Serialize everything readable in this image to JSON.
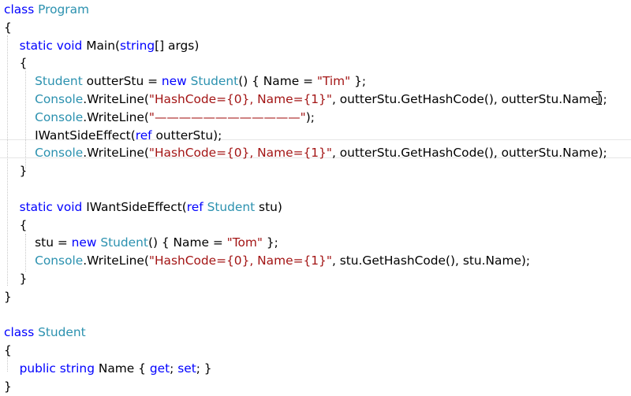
{
  "editor": {
    "colors": {
      "keyword": "#0000ff",
      "type": "#2b91af",
      "string": "#a31515",
      "text": "#000000"
    },
    "lines": [
      [
        {
          "k": "kw",
          "t": "class "
        },
        {
          "k": "ty",
          "t": "Program"
        }
      ],
      [
        {
          "k": "tx",
          "t": "{"
        }
      ],
      [
        {
          "k": "tx",
          "t": "    "
        },
        {
          "k": "kw",
          "t": "static void "
        },
        {
          "k": "tx",
          "t": "Main("
        },
        {
          "k": "kw",
          "t": "string"
        },
        {
          "k": "tx",
          "t": "[] args)"
        }
      ],
      [
        {
          "k": "tx",
          "t": "    {"
        }
      ],
      [
        {
          "k": "tx",
          "t": "        "
        },
        {
          "k": "ty",
          "t": "Student"
        },
        {
          "k": "tx",
          "t": " outterStu = "
        },
        {
          "k": "kw",
          "t": "new "
        },
        {
          "k": "ty",
          "t": "Student"
        },
        {
          "k": "tx",
          "t": "() { Name = "
        },
        {
          "k": "st",
          "t": "\"Tim\""
        },
        {
          "k": "tx",
          "t": " };"
        }
      ],
      [
        {
          "k": "tx",
          "t": "        "
        },
        {
          "k": "ty",
          "t": "Console"
        },
        {
          "k": "tx",
          "t": ".WriteLine("
        },
        {
          "k": "st",
          "t": "\"HashCode={0}, Name={1}\""
        },
        {
          "k": "tx",
          "t": ", outterStu.GetHashCode(), outterStu.Name);"
        }
      ],
      [
        {
          "k": "tx",
          "t": "        "
        },
        {
          "k": "ty",
          "t": "Console"
        },
        {
          "k": "tx",
          "t": ".WriteLine("
        },
        {
          "k": "st",
          "t": "\"————————————\""
        },
        {
          "k": "tx",
          "t": ");"
        }
      ],
      [
        {
          "k": "tx",
          "t": "        IWantSideEffect("
        },
        {
          "k": "kw",
          "t": "ref "
        },
        {
          "k": "tx",
          "t": "outterStu);"
        }
      ],
      [
        {
          "k": "tx",
          "t": "        "
        },
        {
          "k": "ty",
          "t": "Console"
        },
        {
          "k": "tx",
          "t": ".WriteLine("
        },
        {
          "k": "st",
          "t": "\"HashCode={0}, Name={1}\""
        },
        {
          "k": "tx",
          "t": ", outterStu.GetHashCode(), outterStu.Name);"
        }
      ],
      [
        {
          "k": "tx",
          "t": "    }"
        }
      ],
      [],
      [
        {
          "k": "tx",
          "t": "    "
        },
        {
          "k": "kw",
          "t": "static void "
        },
        {
          "k": "tx",
          "t": "IWantSideEffect("
        },
        {
          "k": "kw",
          "t": "ref "
        },
        {
          "k": "ty",
          "t": "Student"
        },
        {
          "k": "tx",
          "t": " stu)"
        }
      ],
      [
        {
          "k": "tx",
          "t": "    {"
        }
      ],
      [
        {
          "k": "tx",
          "t": "        stu = "
        },
        {
          "k": "kw",
          "t": "new "
        },
        {
          "k": "ty",
          "t": "Student"
        },
        {
          "k": "tx",
          "t": "() { Name = "
        },
        {
          "k": "st",
          "t": "\"Tom\""
        },
        {
          "k": "tx",
          "t": " };"
        }
      ],
      [
        {
          "k": "tx",
          "t": "        "
        },
        {
          "k": "ty",
          "t": "Console"
        },
        {
          "k": "tx",
          "t": ".WriteLine("
        },
        {
          "k": "st",
          "t": "\"HashCode={0}, Name={1}\""
        },
        {
          "k": "tx",
          "t": ", stu.GetHashCode(), stu.Name);"
        }
      ],
      [
        {
          "k": "tx",
          "t": "    }"
        }
      ],
      [
        {
          "k": "tx",
          "t": "}"
        }
      ],
      [],
      [
        {
          "k": "kw",
          "t": "class "
        },
        {
          "k": "ty",
          "t": "Student"
        }
      ],
      [
        {
          "k": "tx",
          "t": "{"
        }
      ],
      [
        {
          "k": "tx",
          "t": "    "
        },
        {
          "k": "kw",
          "t": "public string "
        },
        {
          "k": "tx",
          "t": "Name { "
        },
        {
          "k": "kw",
          "t": "get"
        },
        {
          "k": "tx",
          "t": "; "
        },
        {
          "k": "kw",
          "t": "set"
        },
        {
          "k": "tx",
          "t": "; }"
        }
      ],
      [
        {
          "k": "tx",
          "t": "}"
        }
      ]
    ]
  }
}
